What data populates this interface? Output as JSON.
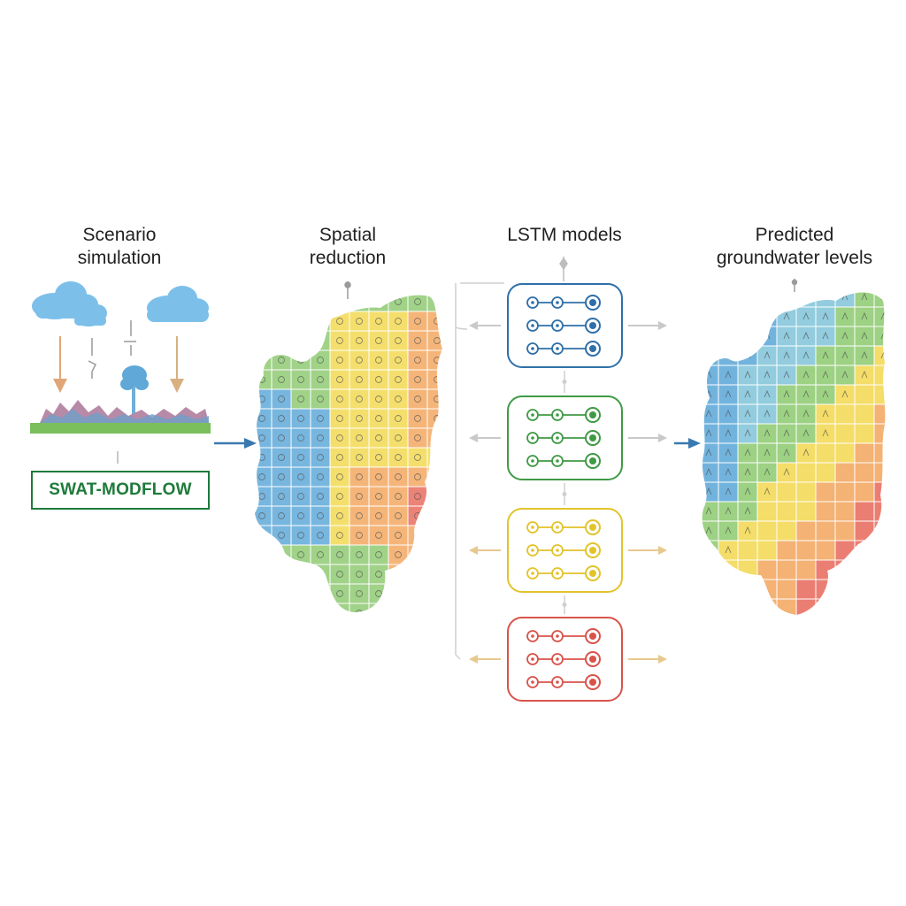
{
  "titles": {
    "scenario": [
      "Scenario",
      "simulation"
    ],
    "spatial": [
      "Spatial",
      "reduction"
    ],
    "lstm": [
      "LSTM models"
    ],
    "predicted": [
      "Predicted",
      "groundwater levels"
    ]
  },
  "model_box_label": "SWAT-MODFLOW",
  "icons": [
    "cloud-icon",
    "rain-arrow-icon",
    "tree-icon",
    "mountain-icon",
    "grid-map-icon",
    "lstm-node-icon",
    "flow-arrow-icon"
  ],
  "colors": {
    "blue": "#5aa6d8",
    "green": "#8cc96e",
    "yellow": "#f2d84e",
    "orange": "#f3a55c",
    "red": "#e8685a",
    "lstm_blue": "#2f6fa8",
    "lstm_green": "#3f9a45",
    "lstm_yellow": "#e3c32a",
    "lstm_red": "#d9534a",
    "flow_arrow": "#3a78b0",
    "swat_green": "#1e7a3a"
  }
}
